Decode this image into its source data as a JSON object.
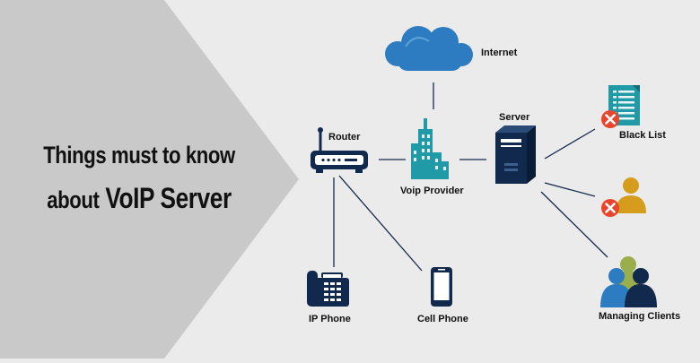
{
  "title": {
    "line1": "Things must to know",
    "line2_prefix": "about",
    "line2_main": "VoIP Server"
  },
  "nodes": {
    "internet": "Internet",
    "router": "Router",
    "voip_provider": "Voip Provider",
    "server": "Server",
    "black_list": "Black List",
    "ip_phone": "IP Phone",
    "cell_phone": "Cell Phone",
    "managing_clients": "Managing Clients"
  },
  "colors": {
    "background": "#ebebeb",
    "arrow_panel": "#c9c9c9",
    "navy": "#10294d",
    "blue": "#2d7bc0",
    "teal": "#1f9aa6",
    "gold": "#d69d1c",
    "olive": "#9aae4c",
    "reject_red": "#e8452c",
    "line": "#152b4d"
  },
  "icons": [
    "cloud-icon",
    "router-icon",
    "building-icon",
    "server-icon",
    "document-icon",
    "user-icon",
    "users-group-icon",
    "desk-phone-icon",
    "mobile-phone-icon",
    "reject-icon"
  ]
}
